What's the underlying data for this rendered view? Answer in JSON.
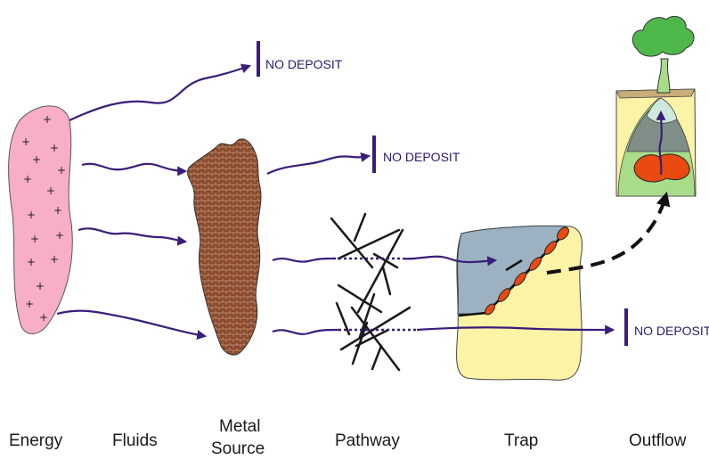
{
  "labels": {
    "energy": "Energy",
    "fluids": "Fluids",
    "metal_source_line1": "Metal",
    "metal_source_line2": "Source",
    "pathway": "Pathway",
    "trap": "Trap",
    "outflow": "Outflow"
  },
  "no_deposit": [
    "NO DEPOSIT",
    "NO DEPOSIT",
    "NO DEPOSIT"
  ],
  "colors": {
    "fluid_arrow": "#3a1d7a",
    "energy_body": "#f7aec6",
    "metal_source": "#8a4a2e",
    "trap_block": "#fbf3a6",
    "trap_cap": "#9cb2c2",
    "ore": "#e84a10",
    "outflow_green": "#a8dc8a",
    "tree": "#4fb84a"
  },
  "icons": [
    "tree-icon",
    "fault-network",
    "plus-marks"
  ]
}
